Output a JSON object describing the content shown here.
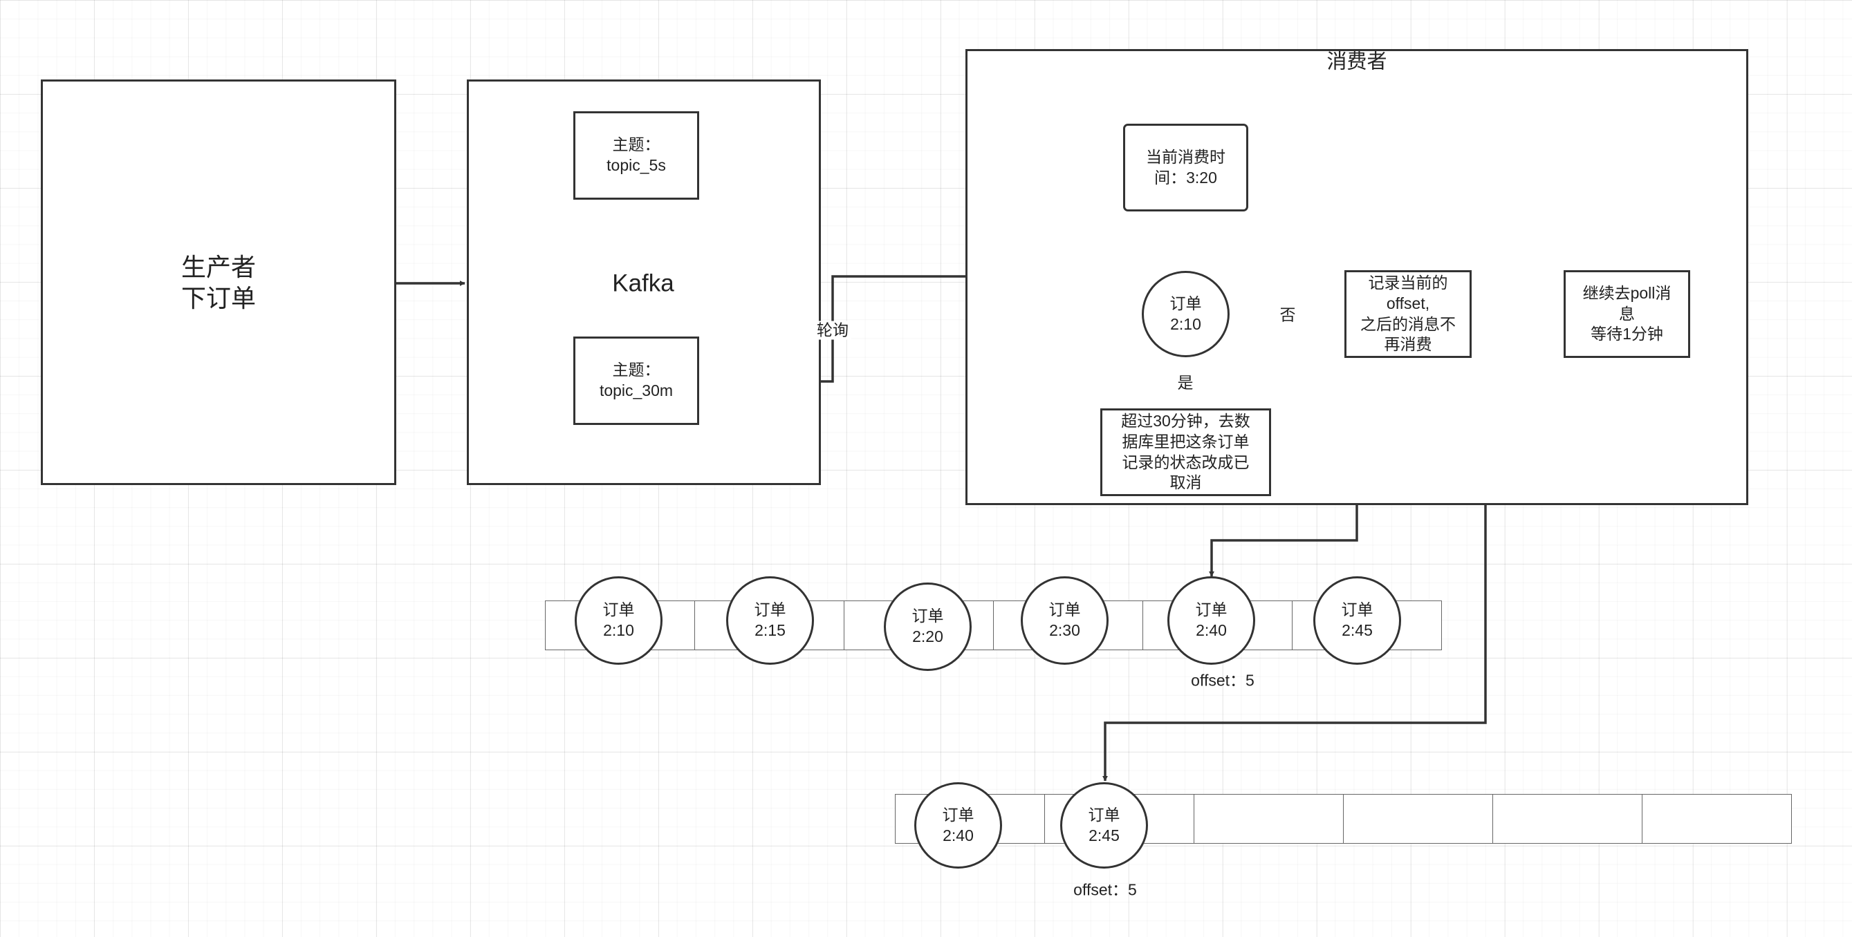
{
  "producer": {
    "label": "生产者\n下订单"
  },
  "kafka": {
    "title": "Kafka",
    "topic_top": "主题：\ntopic_5s",
    "topic_bottom": "主题：\ntopic_30m"
  },
  "poll_label": "轮询",
  "consumer": {
    "title": "消费者",
    "current_time": "当前消费时\n间：3:20",
    "order_node": "订单\n2:10",
    "no_label": "否",
    "yes_label": "是",
    "record_offset": "记录当前的\noffset,\n之后的消息不\n再消费",
    "continue_poll": "继续去poll消\n息\n等待1分钟",
    "cancel_action": "超过30分钟，去数\n据库里把这条订单\n记录的状态改成已\n取消"
  },
  "queue1": {
    "orders": [
      "订单\n2:10",
      "订单\n2:15",
      "订单\n2:20",
      "订单\n2:30",
      "订单\n2:40",
      "订单\n2:45"
    ],
    "offset_label": "offset：5"
  },
  "queue2": {
    "orders": [
      "订单\n2:40",
      "订单\n2:45"
    ],
    "offset_label": "offset：5"
  },
  "colors": {
    "stroke": "#333333",
    "grid": "#e6e6e6",
    "cell_border": "#666666"
  }
}
